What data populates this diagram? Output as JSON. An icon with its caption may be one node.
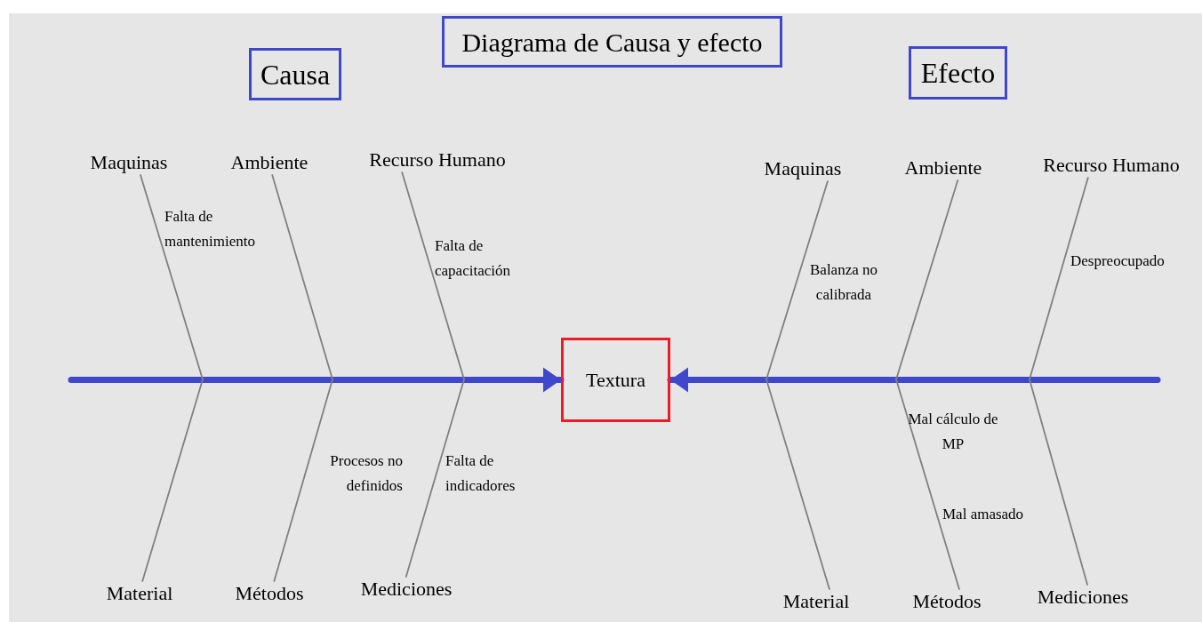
{
  "diagram": {
    "title": "Diagrama de Causa y efecto",
    "nodes": [
      {
        "text": [
          "Causa"
        ]
      },
      {
        "text": [
          "Efecto"
        ]
      },
      {
        "text": [
          "Textura"
        ]
      },
      {
        "text": [
          "Maquinas"
        ]
      },
      {
        "text": [
          "Ambiente"
        ]
      },
      {
        "text": [
          "Recurso Humano"
        ]
      },
      {
        "text": [
          "Material"
        ]
      },
      {
        "text": [
          "Métodos"
        ]
      },
      {
        "text": [
          "Mediciones"
        ]
      },
      {
        "text": [
          "Maquinas"
        ]
      },
      {
        "text": [
          "Ambiente"
        ]
      },
      {
        "text": [
          "Recurso Humano"
        ]
      },
      {
        "text": [
          "Material"
        ]
      },
      {
        "text": [
          "Métodos"
        ]
      },
      {
        "text": [
          "Mediciones"
        ]
      }
    ],
    "edges": [
      {
        "from": null,
        "to": 2,
        "arrow": "to",
        "style": "thick",
        "color": "#3f48cc"
      },
      {
        "from": null,
        "to": 2,
        "arrow": "to",
        "style": "thick",
        "color": "#3f48cc"
      },
      {
        "from": 3,
        "to": null,
        "arrow": "none"
      },
      {
        "from": 4,
        "to": null,
        "arrow": "none"
      },
      {
        "from": 5,
        "to": null,
        "arrow": "none"
      },
      {
        "from": 6,
        "to": null,
        "arrow": "none"
      },
      {
        "from": 7,
        "to": null,
        "arrow": "none"
      },
      {
        "from": 8,
        "to": null,
        "arrow": "none"
      },
      {
        "from": 9,
        "to": null,
        "arrow": "none"
      },
      {
        "from": 10,
        "to": null,
        "arrow": "none"
      },
      {
        "from": 11,
        "to": null,
        "arrow": "none"
      },
      {
        "from": 12,
        "to": null,
        "arrow": "none"
      },
      {
        "from": 13,
        "to": null,
        "arrow": "none"
      },
      {
        "from": 14,
        "to": null,
        "arrow": "none"
      }
    ],
    "labels": [
      "Falta de mantenimiento",
      "Falta de capacitación",
      "Procesos no definidos",
      "Falta de indicadores",
      "Balanza no calibrada",
      "Despreocupado",
      "Mal cálculo de MP",
      "Mal amasado"
    ]
  }
}
